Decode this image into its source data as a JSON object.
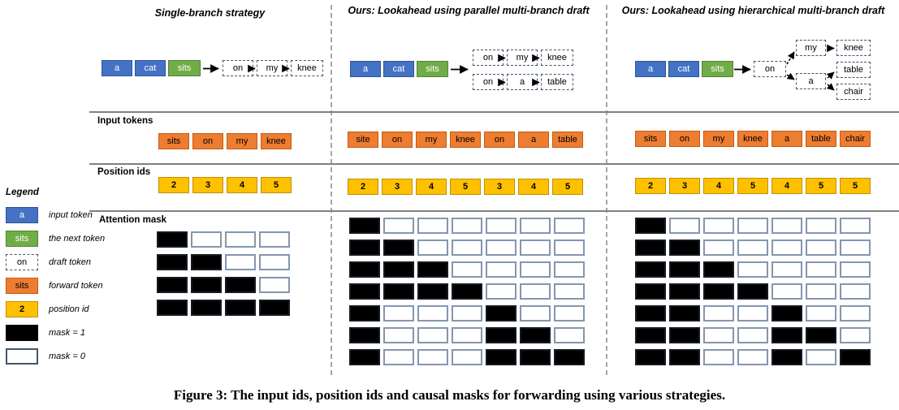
{
  "caption": "Figure 3: The input ids, position ids and causal masks for forwarding using various strategies.",
  "row_labels": {
    "input_tokens": "Input tokens",
    "position_ids": "Position ids",
    "attention_mask": "Attention mask"
  },
  "legend": {
    "title": "Legend",
    "items": [
      {
        "sample": "a",
        "label": "input token"
      },
      {
        "sample": "sits",
        "label": "the next token"
      },
      {
        "sample": "on",
        "label": "draft token"
      },
      {
        "sample": "sits",
        "label": "forward token"
      },
      {
        "sample": "2",
        "label": "position id"
      },
      {
        "sample": "",
        "label": "mask = 1"
      },
      {
        "sample": "",
        "label": "mask = 0"
      }
    ]
  },
  "colors": {
    "input_token": "#4472C4",
    "next_token": "#70AD47",
    "draft_border": "#44546A",
    "forward_token": "#ED7D31",
    "position_id": "#FFC000",
    "mask_on": "#000000",
    "mask_off": "#FFFFFF"
  },
  "columns": [
    {
      "title": "Single-branch strategy",
      "context_tokens": [
        "a",
        "cat",
        "sits"
      ],
      "draft_tokens": {
        "d0": "on",
        "d1": "my",
        "d2": "knee"
      },
      "input_tokens": [
        "sits",
        "on",
        "my",
        "knee"
      ],
      "position_ids": [
        "2",
        "3",
        "4",
        "5"
      ],
      "mask": [
        [
          1,
          0,
          0,
          0
        ],
        [
          1,
          1,
          0,
          0
        ],
        [
          1,
          1,
          1,
          0
        ],
        [
          1,
          1,
          1,
          1
        ]
      ]
    },
    {
      "title": "Ours: Lookahead using parallel multi-branch draft",
      "context_tokens": [
        "a",
        "cat",
        "sits"
      ],
      "draft_tokens": {
        "b0t0": "on",
        "b0t1": "my",
        "b0t2": "knee",
        "b1t0": "on",
        "b1t1": "a",
        "b1t2": "table"
      },
      "input_tokens": [
        "site",
        "on",
        "my",
        "knee",
        "on",
        "a",
        "table"
      ],
      "position_ids": [
        "2",
        "3",
        "4",
        "5",
        "3",
        "4",
        "5"
      ],
      "mask": [
        [
          1,
          0,
          0,
          0,
          0,
          0,
          0
        ],
        [
          1,
          1,
          0,
          0,
          0,
          0,
          0
        ],
        [
          1,
          1,
          1,
          0,
          0,
          0,
          0
        ],
        [
          1,
          1,
          1,
          1,
          0,
          0,
          0
        ],
        [
          1,
          0,
          0,
          0,
          1,
          0,
          0
        ],
        [
          1,
          0,
          0,
          0,
          1,
          1,
          0
        ],
        [
          1,
          0,
          0,
          0,
          1,
          1,
          1
        ]
      ]
    },
    {
      "title": "Ours: Lookahead using hierarchical multi-branch draft",
      "context_tokens": [
        "a",
        "cat",
        "sits"
      ],
      "draft_tokens": {
        "on": "on",
        "my": "my",
        "knee": "knee",
        "a": "a",
        "table": "table",
        "chair": "chair"
      },
      "input_tokens": [
        "sits",
        "on",
        "my",
        "knee",
        "a",
        "table",
        "chair"
      ],
      "position_ids": [
        "2",
        "3",
        "4",
        "5",
        "4",
        "5",
        "5"
      ],
      "mask": [
        [
          1,
          0,
          0,
          0,
          0,
          0,
          0
        ],
        [
          1,
          1,
          0,
          0,
          0,
          0,
          0
        ],
        [
          1,
          1,
          1,
          0,
          0,
          0,
          0
        ],
        [
          1,
          1,
          1,
          1,
          0,
          0,
          0
        ],
        [
          1,
          1,
          0,
          0,
          1,
          0,
          0
        ],
        [
          1,
          1,
          0,
          0,
          1,
          1,
          0
        ],
        [
          1,
          1,
          0,
          0,
          1,
          0,
          1
        ]
      ]
    }
  ]
}
